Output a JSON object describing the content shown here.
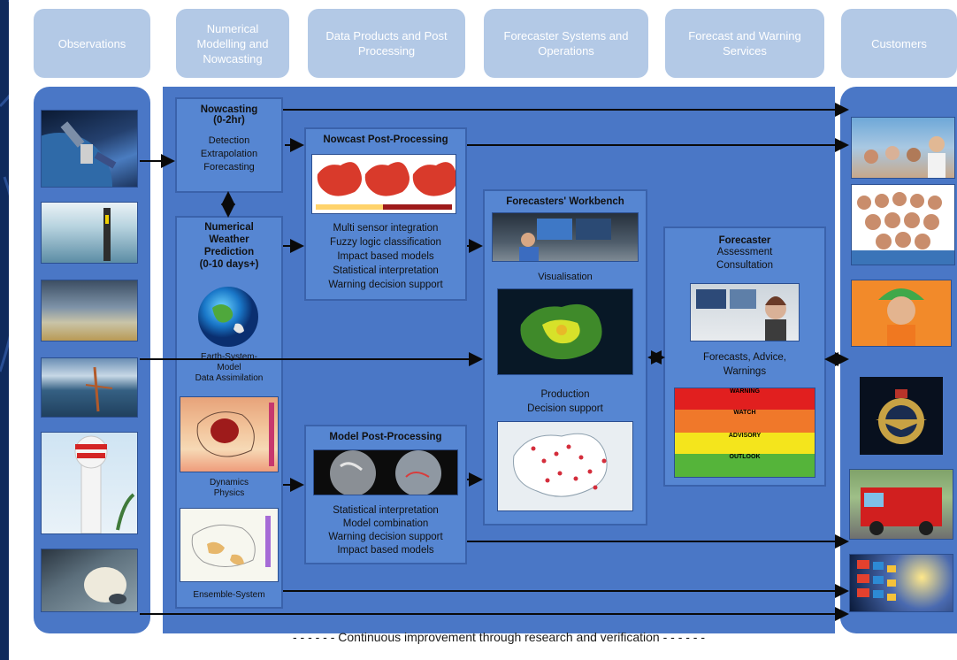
{
  "headers": [
    {
      "id": "observations",
      "label": "Observations"
    },
    {
      "id": "nwp",
      "label": "Numerical Modelling and Nowcasting"
    },
    {
      "id": "data_products",
      "label": "Data Products and Post Processing"
    },
    {
      "id": "forecaster_systems",
      "label": "Forecaster Systems and Operations"
    },
    {
      "id": "forecast_services",
      "label": "Forecast and Warning Services"
    },
    {
      "id": "customers",
      "label": "Customers"
    }
  ],
  "nowcasting": {
    "title_1": "Nowcasting",
    "title_2": "(0-2hr)",
    "lines": [
      "Detection",
      "Extrapolation",
      "Forecasting"
    ]
  },
  "nwp": {
    "title_1": "Numerical",
    "title_2": "Weather",
    "title_3": "Prediction",
    "title_4": "(0-10 days+)",
    "earth_1": "Earth-System-",
    "earth_2": "Model",
    "earth_3": "Data Assimilation",
    "dyn_1": "Dynamics",
    "dyn_2": "Physics",
    "ensemble": "Ensemble-System"
  },
  "nowcast_pp": {
    "title": "Nowcast Post-Processing",
    "lines": [
      "Multi sensor integration",
      "Fuzzy logic classification",
      "Impact based models",
      "Statistical interpretation",
      "Warning decision support"
    ]
  },
  "model_pp": {
    "title": "Model Post-Processing",
    "lines": [
      "Statistical interpretation",
      "Model combination",
      "Warning decision support",
      "Impact based models"
    ]
  },
  "workbench": {
    "title": "Forecasters' Workbench",
    "visualisation": "Visualisation",
    "production": "Production",
    "decision": "Decision support"
  },
  "forecaster": {
    "title": "Forecaster",
    "line1": "Assessment",
    "line2": "Consultation",
    "out1": "Forecasts, Advice,",
    "out2": "Warnings"
  },
  "warning_levels": [
    {
      "label": "WARNING",
      "color": "#e11f1f"
    },
    {
      "label": "WATCH",
      "color": "#f0782a"
    },
    {
      "label": "ADVISORY",
      "color": "#f4e51c"
    },
    {
      "label": "OUTLOOK",
      "color": "#55b43a"
    }
  ],
  "footer": "- - - - - - Continuous improvement through research and verification - - - - - -",
  "colors": {
    "header": "#b3c9e6",
    "panel": "#4a77c6",
    "box": "#5686d2",
    "arrow": "#0a0a0a"
  }
}
